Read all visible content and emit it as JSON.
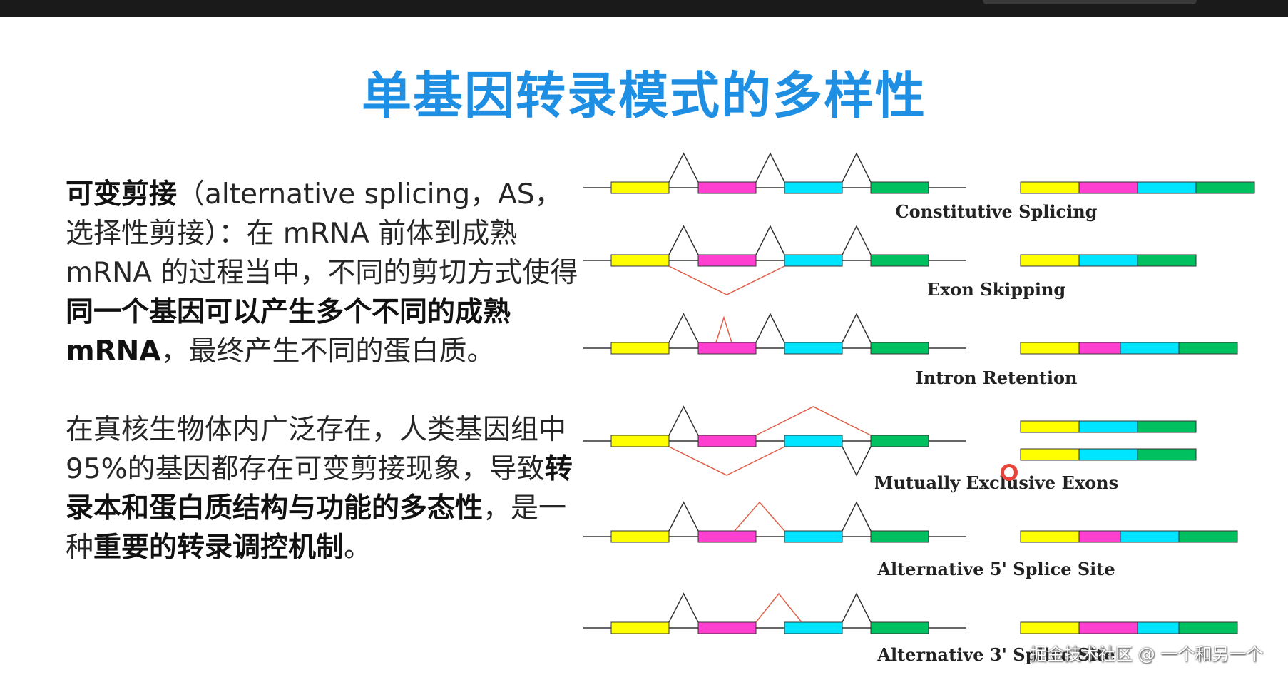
{
  "slide": {
    "title": "单基因转录模式的多样性"
  },
  "intro": {
    "term": "可变剪接",
    "para1_rest_1": "（alternative splicing，AS，选择性剪接）：在 mRNA 前体到成熟 mRNA 的过程当中，不同的剪切方式使得",
    "para1_bold": "同一个基因可以产生多个不同的成熟 mRNA",
    "para1_rest_2": "，最终产生不同的蛋白质。",
    "para2_plain": "在真核生物体内广泛存在，人类基因组中95%的基因都存在可变剪接现象，导致",
    "para2_bold_1": "转录本和蛋白质结构与功能的多态性",
    "para2_mid": "，是一种",
    "para2_bold_2": "重要的转录调控机制",
    "para2_end": "。"
  },
  "diagram": {
    "colors": {
      "exon1": "#ffff00",
      "exon2": "#ff3fcf",
      "exon3": "#00e5ff",
      "exon4": "#00c060",
      "intron_line": "#333333",
      "alt_line": "#e0604a"
    },
    "rows": [
      {
        "label": "Constitutive Splicing"
      },
      {
        "label": "Exon Skipping"
      },
      {
        "label": "Intron Retention"
      },
      {
        "label": "Mutually Exclusive Exons"
      },
      {
        "label": "Alternative 5' Splice Site"
      },
      {
        "label": "Alternative 3' Splice Site"
      }
    ]
  },
  "watermark": {
    "text": "掘金技术社区 @ 一个和另一个"
  }
}
